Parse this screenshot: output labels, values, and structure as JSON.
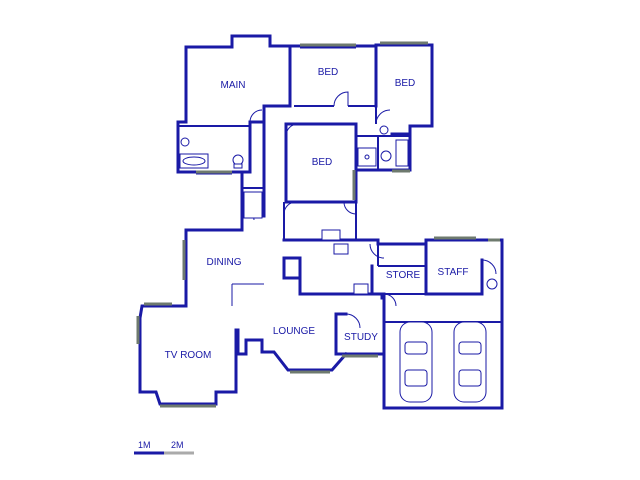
{
  "rooms": {
    "main": "MAIN",
    "bed1": "BED",
    "bed2": "BED",
    "bed3": "BED",
    "dining": "DINING",
    "store": "STORE",
    "staff": "STAFF",
    "lounge": "LOUNGE",
    "study": "STUDY",
    "tv_room": "TV ROOM"
  },
  "scale": {
    "one": "1M",
    "two": "2M"
  },
  "colors": {
    "walls": "#1a1aa6",
    "windows": "#6e7a6e",
    "scale_second": "#aaaaaa"
  }
}
